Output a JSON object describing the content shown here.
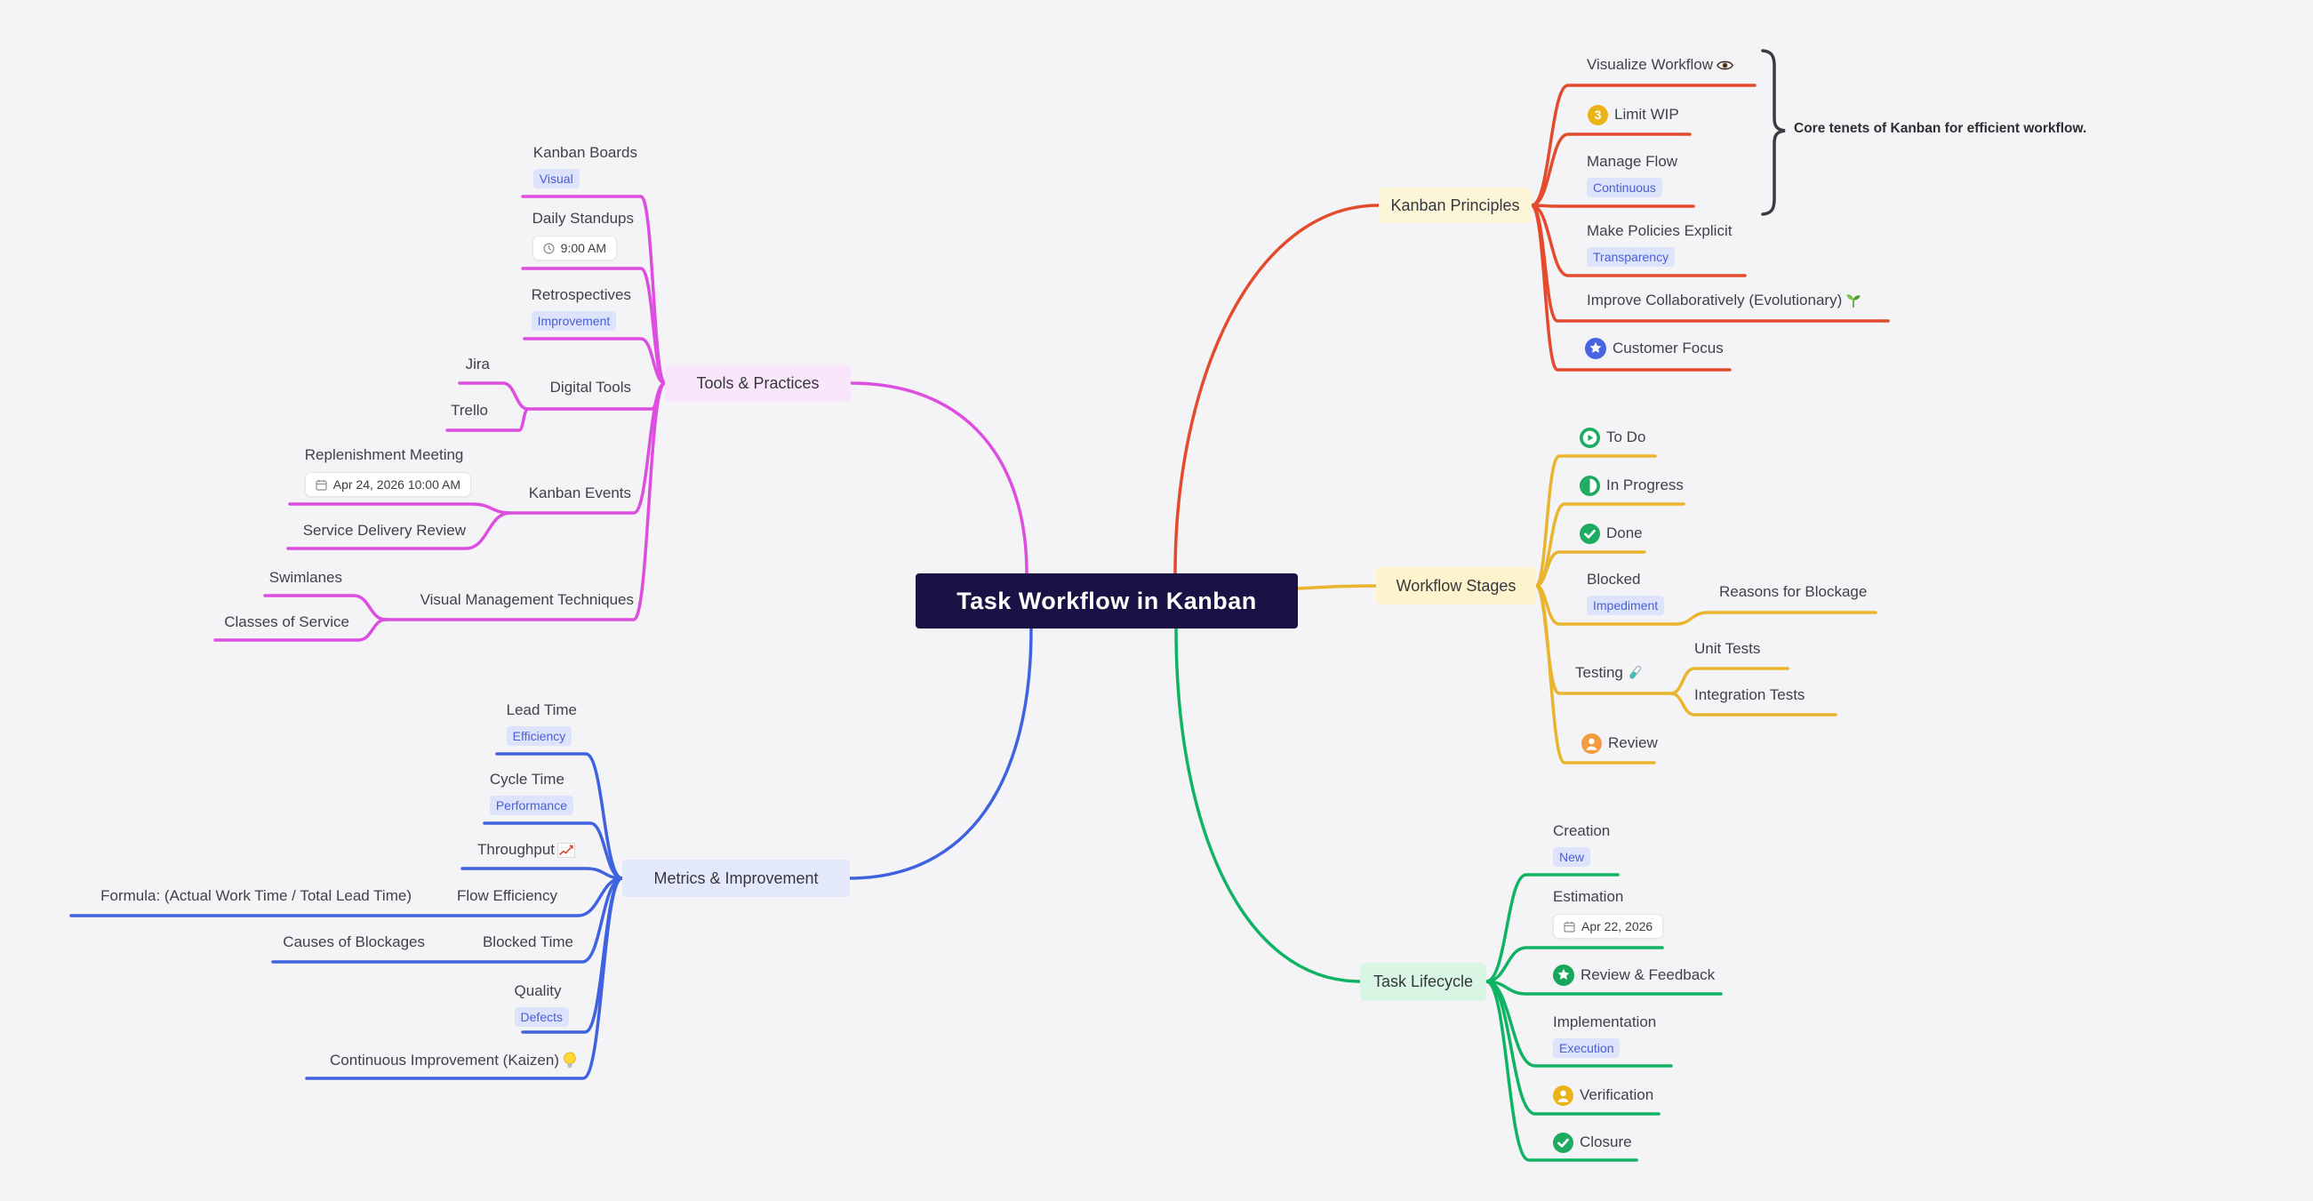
{
  "title": {
    "label": "Task Workflow in Kanban"
  },
  "annotation": {
    "text": "Core tenets of Kanban for efficient workflow."
  },
  "colors": {
    "principles": "#e44b2d",
    "stages": "#e9b42e",
    "lifecycle": "#10b364",
    "tools": "#dd4de0",
    "metrics": "#3f63e0",
    "bracket": "#3a3a40",
    "root_bg": "#1a1245",
    "tag_bg": "#dee3fc",
    "tag_text": "#4a5ed4"
  },
  "icons": {
    "eye-icon": "eye",
    "seedling-icon": "seedling",
    "star-badge-blue-icon": "star in blue circle",
    "star-badge-green-icon": "star in green circle",
    "number-3-badge": "3",
    "play-circle-icon": "play in green circle",
    "half-circle-icon": "half-filled green circle",
    "check-circle-icon": "check in green circle",
    "person-orange-icon": "person in orange circle",
    "person-yellow-icon": "person in yellow circle",
    "test-tube-icon": "test tube",
    "chart-up-icon": "rising chart",
    "bulb-icon": "light bulb",
    "calendar-icon": "calendar",
    "clock-icon": "clock"
  },
  "branches": {
    "principles": {
      "label": "Kanban Principles",
      "items": {
        "visualize": {
          "label": "Visualize Workflow"
        },
        "limit_wip": {
          "label": "Limit WIP",
          "badge": "3"
        },
        "manage_flow": {
          "label": "Manage Flow",
          "tag": "Continuous"
        },
        "policies": {
          "label": "Make Policies Explicit",
          "tag": "Transparency"
        },
        "improve": {
          "label": "Improve Collaboratively (Evolutionary)"
        },
        "customer": {
          "label": "Customer Focus"
        }
      }
    },
    "stages": {
      "label": "Workflow Stages",
      "items": {
        "todo": {
          "label": "To Do"
        },
        "in_progress": {
          "label": "In Progress"
        },
        "done": {
          "label": "Done"
        },
        "blocked": {
          "label": "Blocked",
          "tag": "Impediment",
          "children": {
            "reasons": {
              "label": "Reasons for Blockage"
            }
          }
        },
        "testing": {
          "label": "Testing",
          "children": {
            "unit": {
              "label": "Unit Tests"
            },
            "integration": {
              "label": "Integration Tests"
            }
          }
        },
        "review": {
          "label": "Review"
        }
      }
    },
    "lifecycle": {
      "label": "Task Lifecycle",
      "items": {
        "creation": {
          "label": "Creation",
          "tag": "New"
        },
        "estimation": {
          "label": "Estimation",
          "chip": "Apr 22, 2026"
        },
        "review_feedback": {
          "label": "Review & Feedback"
        },
        "implementation": {
          "label": "Implementation",
          "tag": "Execution"
        },
        "verification": {
          "label": "Verification"
        },
        "closure": {
          "label": "Closure"
        }
      }
    },
    "tools": {
      "label": "Tools & Practices",
      "items": {
        "boards": {
          "label": "Kanban Boards",
          "tag": "Visual"
        },
        "standups": {
          "label": "Daily Standups",
          "chip": "9:00 AM"
        },
        "retrospectives": {
          "label": "Retrospectives",
          "tag": "Improvement"
        },
        "digital": {
          "label": "Digital Tools",
          "children": {
            "jira": {
              "label": "Jira"
            },
            "trello": {
              "label": "Trello"
            }
          }
        },
        "events": {
          "label": "Kanban Events",
          "children": {
            "replenishment": {
              "label": "Replenishment Meeting",
              "chip": "Apr 24, 2026 10:00 AM"
            },
            "service_delivery": {
              "label": "Service Delivery Review"
            }
          }
        },
        "visual_mgmt": {
          "label": "Visual Management Techniques",
          "children": {
            "swimlanes": {
              "label": "Swimlanes"
            },
            "classes": {
              "label": "Classes of Service"
            }
          }
        }
      }
    },
    "metrics": {
      "label": "Metrics & Improvement",
      "items": {
        "lead": {
          "label": "Lead Time",
          "tag": "Efficiency"
        },
        "cycle": {
          "label": "Cycle Time",
          "tag": "Performance"
        },
        "throughput": {
          "label": "Throughput"
        },
        "flow": {
          "label": "Flow Efficiency",
          "children": {
            "formula": {
              "label": "Formula: (Actual Work Time / Total Lead Time)"
            }
          }
        },
        "blocked_time": {
          "label": "Blocked Time",
          "children": {
            "causes": {
              "label": "Causes of Blockages"
            }
          }
        },
        "quality": {
          "label": "Quality",
          "tag": "Defects"
        },
        "kaizen": {
          "label": "Continuous Improvement (Kaizen)"
        }
      }
    }
  }
}
